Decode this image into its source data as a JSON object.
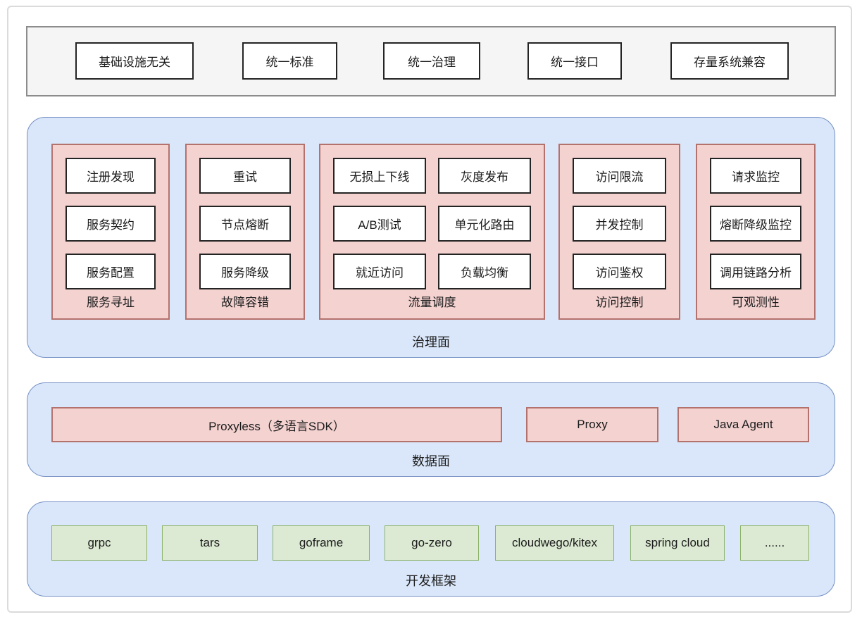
{
  "palette": {
    "frame-stroke": "#dbdbdb",
    "gray-fill": "#f5f5f5",
    "gray-stroke": "#8c8c8c",
    "black-stroke": "#242424",
    "blue-fill": "#dae7fa",
    "blue-stroke": "#7590c4",
    "pink-fill": "#f3d2d0",
    "pink-stroke": "#b4726d",
    "green-fill": "#dcead3",
    "green-stroke": "#8cb267"
  },
  "top_bar": {
    "items": [
      "基础设施无关",
      "统一标准",
      "统一治理",
      "统一接口",
      "存量系统兼容"
    ]
  },
  "governance": {
    "label": "治理面",
    "groups": [
      {
        "label": "服务寻址",
        "items": [
          "注册发现",
          "服务契约",
          "服务配置"
        ]
      },
      {
        "label": "故障容错",
        "items": [
          "重试",
          "节点熔断",
          "服务降级"
        ]
      },
      {
        "label": "流量调度",
        "items": [
          "无损上下线",
          "灰度发布",
          "A/B测试",
          "单元化路由",
          "就近访问",
          "负载均衡"
        ]
      },
      {
        "label": "访问控制",
        "items": [
          "访问限流",
          "并发控制",
          "访问鉴权"
        ]
      },
      {
        "label": "可观测性",
        "items": [
          "请求监控",
          "熔断降级监控",
          "调用链路分析"
        ]
      }
    ]
  },
  "data_plane": {
    "label": "数据面",
    "items": [
      "Proxyless（多语言SDK）",
      "Proxy",
      "Java Agent"
    ]
  },
  "frameworks": {
    "label": "开发框架",
    "items": [
      "grpc",
      "tars",
      "goframe",
      "go-zero",
      "cloudwego/kitex",
      "spring cloud",
      "......"
    ]
  }
}
